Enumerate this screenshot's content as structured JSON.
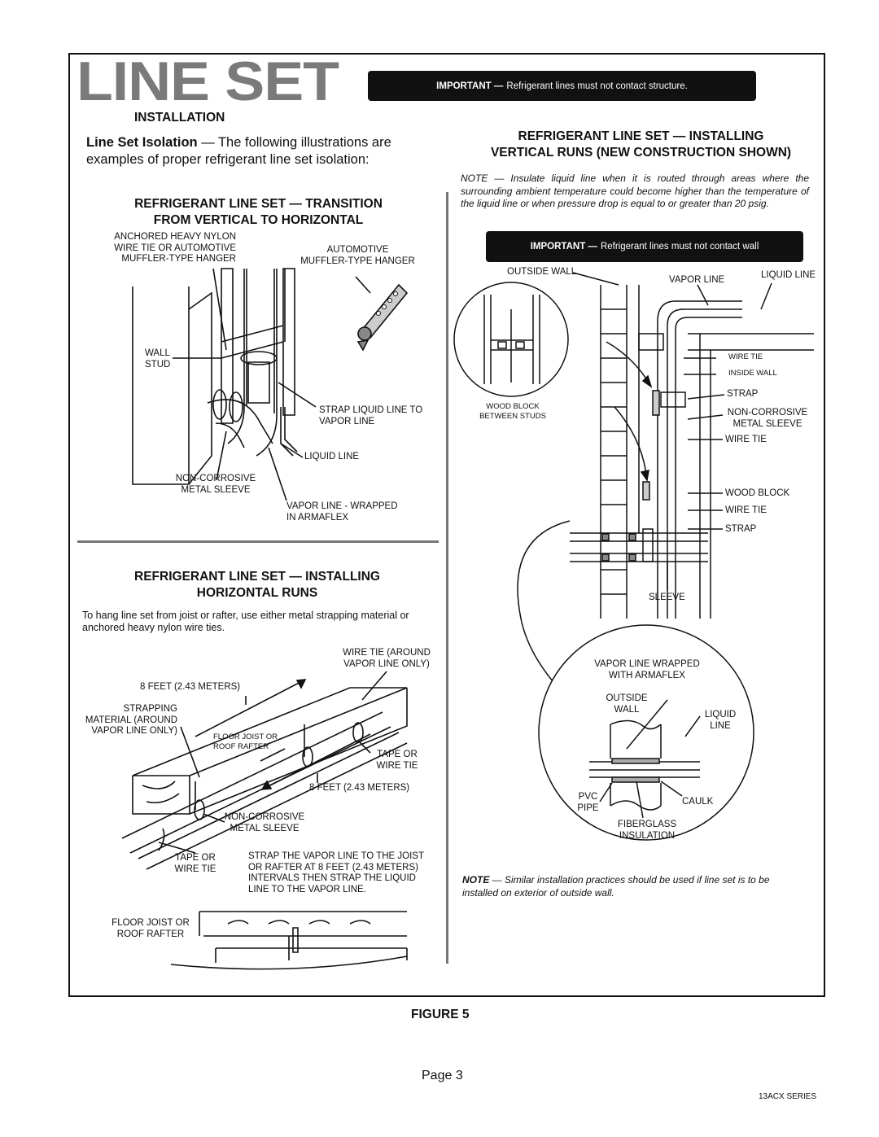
{
  "header": {
    "title": "LINE SET",
    "important_label": "IMPORTANT —",
    "important_text": "Refrigerant lines must not contact structure."
  },
  "left": {
    "installation_heading": "INSTALLATION",
    "isolation_bold": "Line Set Isolation",
    "isolation_text": " — The following illustrations are examples of proper refrigerant line set isolation:",
    "transition_heading_1": "REFRIGERANT LINE SET — TRANSITION",
    "transition_heading_2": "FROM VERTICAL TO HORIZONTAL",
    "transition_labels": {
      "anchored": "ANCHORED HEAVY NYLON\nWIRE TIE OR AUTOMOTIVE\nMUFFLER-TYPE HANGER",
      "automotive": "AUTOMOTIVE\nMUFFLER-TYPE HANGER",
      "wall_stud": "WALL\nSTUD",
      "strap_liquid": "STRAP LIQUID LINE TO\nVAPOR LINE",
      "liquid_line": "LIQUID LINE",
      "sleeve": "NON-CORROSIVE\nMETAL SLEEVE",
      "vapor_wrapped": "VAPOR LINE - WRAPPED\nIN ARMAFLEX"
    },
    "horizontal_heading_1": "REFRIGERANT LINE SET — INSTALLING",
    "horizontal_heading_2": "HORIZONTAL RUNS",
    "horizontal_text": "To hang line set from joist or rafter, use either metal strapping material or anchored heavy nylon wire ties.",
    "horizontal_labels": {
      "wire_tie_around": "WIRE TIE (AROUND\nVAPOR LINE ONLY)",
      "eight_feet_top": "8 FEET (2.43 METERS)",
      "strapping": "STRAPPING\nMATERIAL (AROUND\nVAPOR LINE ONLY)",
      "floor_joist_small": "FLOOR JOIST OR\nROOF RAFTER",
      "tape_right": "TAPE OR\nWIRE TIE",
      "eight_feet_bottom": "8 FEET (2.43 METERS)",
      "sleeve": "NON-CORROSIVE\nMETAL SLEEVE",
      "tape_left": "TAPE OR\nWIRE TIE",
      "strap_vapor": "STRAP THE VAPOR LINE TO THE JOIST\nOR RAFTER AT 8 FEET (2.43 METERS)\nINTERVALS THEN STRAP THE LIQUID\nLINE TO THE VAPOR LINE.",
      "floor_joist": "FLOOR JOIST OR\nROOF RAFTER"
    }
  },
  "right": {
    "vertical_heading_1": "REFRIGERANT LINE SET — INSTALLING",
    "vertical_heading_2": "VERTICAL RUNS (NEW CONSTRUCTION SHOWN)",
    "note_top": "NOTE — Insulate liquid line when it is routed through areas where the surrounding ambient temperature could become higher than the temperature of the liquid line or when pressure drop is equal to or greater than 20 psig.",
    "important_label": "IMPORTANT —",
    "important_text": "Refrigerant lines must not contact wall",
    "labels": {
      "outside_wall": "OUTSIDE WALL",
      "vapor_line": "VAPOR LINE",
      "liquid_line": "LIQUID LINE",
      "wire_tie_1": "WIRE TIE",
      "inside_wall": "INSIDE WALL",
      "strap_1": "STRAP",
      "wood_block_between": "WOOD BLOCK\nBETWEEN STUDS",
      "sleeve": "NON-CORROSIVE\nMETAL SLEEVE",
      "wire_tie_2": "WIRE TIE",
      "wood_block": "WOOD BLOCK",
      "wire_tie_3": "WIRE TIE",
      "strap_2": "STRAP",
      "sleeve_bottom": "SLEEVE",
      "vapor_wrapped": "VAPOR LINE WRAPPED\nWITH ARMAFLEX",
      "outside_wall_2": "OUTSIDE\nWALL",
      "liquid_line_2": "LIQUID\nLINE",
      "pvc_pipe": "PVC\nPIPE",
      "caulk": "CAULK",
      "fiberglass": "FIBERGLASS\nINSULATION"
    },
    "note_bottom_bold": "NOTE",
    "note_bottom_text": " — Similar installation practices should be used if line set is to be installed on exterior of outside wall."
  },
  "footer": {
    "figure": "FIGURE 5",
    "page": "Page 3",
    "series": "13ACX SERIES"
  }
}
